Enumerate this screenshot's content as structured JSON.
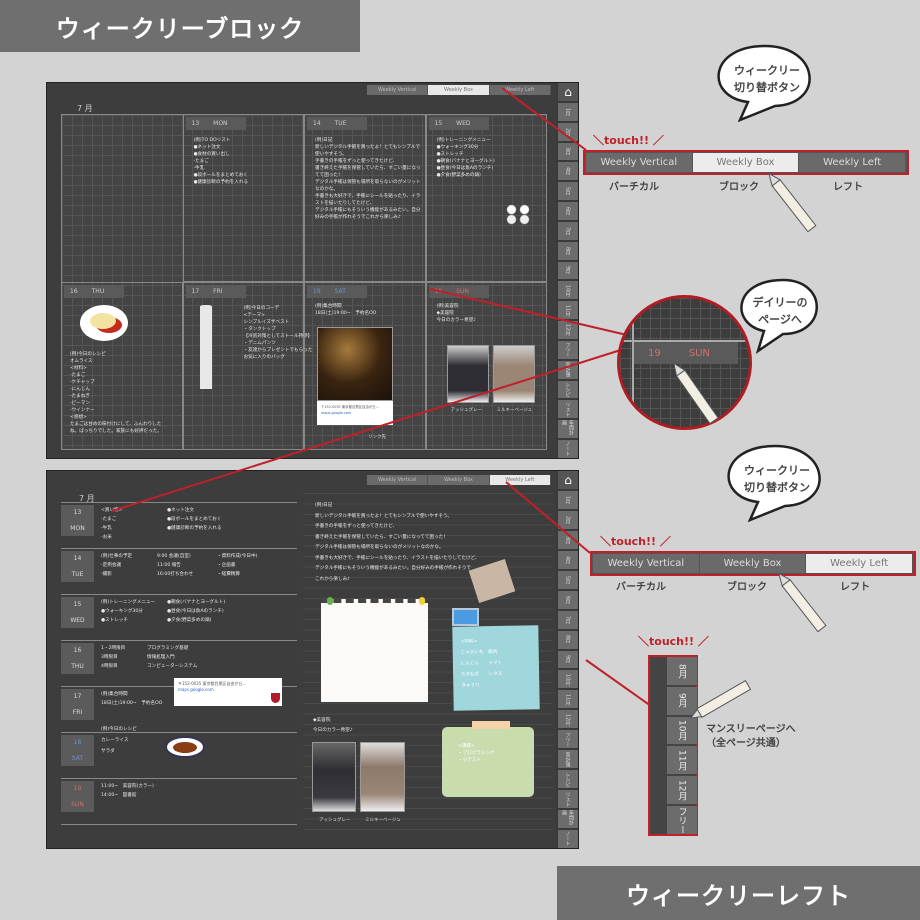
{
  "banners": {
    "top": "ウィークリーブロック",
    "bottom": "ウィークリーレフト"
  },
  "switch": {
    "items": [
      "Weekly Vertical",
      "Weekly Box",
      "Weekly Left"
    ]
  },
  "sidebar": {
    "home": "⌂",
    "tabs": [
      "1月",
      "2月",
      "3月",
      "4月",
      "5月",
      "6月",
      "7月",
      "8月",
      "9月",
      "10月",
      "11月",
      "12月",
      "フリー",
      "家計簿",
      "レシピ",
      "リスト",
      "年間計画",
      "ノート"
    ]
  },
  "box_view": {
    "month": "7 月",
    "days": [
      {
        "num": "13",
        "dow": "MON",
        "lines": [
          "(例)TO DOリスト",
          "●ネット注文",
          "●食材の買い出し",
          "  -たまご",
          "  -牛乳",
          "●段ボールをまとめておく",
          "●健康診断の予約を入れる"
        ]
      },
      {
        "num": "14",
        "dow": "TUE",
        "lines": [
          "(例)日記",
          "新しいデジタル手帳を買ったよ！とてもシンプルで",
          "使いやすそう。",
          "手書きの手帳をずっと使ってきたけど、",
          "書き終えた手帳を保管していたら、すごい量になっ",
          "てて困った！",
          "デジタル手帳は保管も場所を取らないのがメリット",
          "なのかな。",
          "手書きも大好きで、手帳にシールを貼ったり、イラ",
          "ストを描いたりしてたけど、",
          "デジタル手帳にもそういう機能があるみたい。自分",
          "好みの手帳が作れそうでこれから楽しみ♪"
        ]
      },
      {
        "num": "15",
        "dow": "WED",
        "lines": [
          "(例)トレーニングメニュー",
          "●ウォーキング30分",
          "●ストレッチ",
          "●朝食(バナナとヨーグルト)",
          "●昼食(今日は魚Aのランチ)",
          "●夕食(野菜多めの鍋)"
        ]
      },
      {
        "num": "16",
        "dow": "THU",
        "lines": [
          "(例)今日のレシピ",
          "",
          "オムライス",
          "<材料>",
          "-たまご",
          "-ケチャップ",
          "-にんじん",
          "-たまねぎ",
          "-ピーマン",
          "-ウインナー",
          "<感想>",
          "たまごは甘めの味付けにして、ふんわりした",
          "ね。ばっちりでした。家族にも好評だった。"
        ]
      },
      {
        "num": "17",
        "dow": "FRI",
        "lines": [
          "(例)今日のコーデ",
          "",
          "<テーマ>",
          "シンプルイズザベスト",
          "",
          "・タンクトップ",
          "【冷房対策としてストール持参】",
          "・デニムパンツ",
          "・友達からプレゼントでもらった",
          "お気に入りのバッグ"
        ]
      },
      {
        "num": "18",
        "dow": "SAT",
        "lines": [
          "(例)集合時間",
          "18日(土)19:00~　予約名OO"
        ]
      },
      {
        "num": "19",
        "dow": "SUN",
        "lines": [
          "(例)美容院",
          "",
          "◆美容院",
          "今日のカラー希望♪"
        ]
      }
    ],
    "link_card": {
      "address": "〒152-0035 東京都目黒区自由が丘…",
      "url": "maps.google.com"
    },
    "link_note": "リンク先",
    "hair_captions": [
      "アッシュグレー",
      "ミルキーベージュ"
    ]
  },
  "left_view": {
    "month": "7 月",
    "days": [
      {
        "num": "13",
        "dow": "MON",
        "cols": [
          [
            "<買い物>",
            "-たまご",
            "-牛乳",
            "-お米"
          ],
          [
            "●ネット注文",
            "●段ボールをまとめておく",
            "●健康診断の予約を入れる"
          ]
        ]
      },
      {
        "num": "14",
        "dow": "TUE",
        "cols": [
          [
            "(例)仕事の予定",
            "-定例会議",
            "-撮影"
          ],
          [
            "9:00 会議(自室)",
            "11:00 報告",
            "16:00打ち合わせ"
          ],
          [
            "・資料作成(今日中)",
            "・企画書",
            "・経費精算"
          ]
        ]
      },
      {
        "num": "15",
        "dow": "WED",
        "cols": [
          [
            "(例)トレーニングメニュー",
            "●ウォーキング30分",
            "●ストレッチ"
          ],
          [
            "●朝食(バナナとヨーグルト)",
            "●昼食(今日は魚Aのランチ)",
            "●夕食(野菜多めの鍋)"
          ]
        ]
      },
      {
        "num": "16",
        "dow": "THU",
        "cols": [
          [
            "1・2時限目",
            "3時限目",
            "4時限目"
          ],
          [
            "プログラミング基礎",
            "情報処理入門",
            "コンピューターシステム"
          ]
        ]
      },
      {
        "num": "17",
        "dow": "FRI",
        "cols": [
          [
            "(例)集合時間",
            "18日(土)19:00~　予約名OO"
          ]
        ]
      },
      {
        "num": "18",
        "dow": "SAT",
        "cols": [
          [
            "(例)今日のレシピ",
            "カレーライス",
            "サラダ"
          ]
        ]
      },
      {
        "num": "19",
        "dow": "SUN",
        "cols": [
          [
            "11:00~　美容院(カラー)",
            "",
            "14:00~　図書館"
          ]
        ]
      }
    ],
    "diary": [
      "(例)日記",
      "新しいデジタル手帳を買ったよ！とてもシンプルで使いやすそう。",
      "手書きの手帳をずっと使ってきたけど、",
      "書き終えた手帳を保管していたら、すごい量になってて困った！",
      "デジタル手帳は保管も場所を取らないのがメリットなのかな。",
      "手書きも大好きで、手帳にシールを貼ったり、イラストを描いたりしてたけど、",
      "デジタル手帳にもそういう機能があるみたい。自分好みの手帳が作れそうで",
      "これから楽しみ♪"
    ],
    "blue_note": [
      "<材料>",
      "じゃがいも　豚肉",
      "にんじん　　トマト",
      "たまねぎ　　レタス",
      "きゅうり"
    ],
    "green_note": [
      "<課題>",
      "・プログラミング",
      "・小テスト"
    ],
    "salon": [
      "◆美容院",
      "今日のカラー希望♪"
    ],
    "hair_captions": [
      "アッシュグレー",
      "ミルキーベージュ"
    ],
    "link_card": {
      "address": "〒152-0035 東京都目黒区自由が丘…",
      "url": "maps.google.com"
    }
  },
  "callouts": {
    "switch_bubble": "ウィークリー\n切り替ボタン",
    "touch": "＼touch!! ／",
    "switch_labels": [
      "バーチカル",
      "ブロック",
      "レフト"
    ],
    "daily_bubble": "デイリーの\nページへ",
    "zoom_day": {
      "num": "19",
      "dow": "SUN"
    },
    "monthly_tabs": [
      "8月",
      "9月",
      "10月",
      "11月",
      "12月",
      "フリー"
    ],
    "monthly_note": "マンスリーページへ\n（全ページ共通）"
  },
  "colors": {
    "accent": "#c0202a",
    "screen": "#3d3d3d",
    "saturday": "#6f8fcf",
    "sunday": "#d27070"
  }
}
